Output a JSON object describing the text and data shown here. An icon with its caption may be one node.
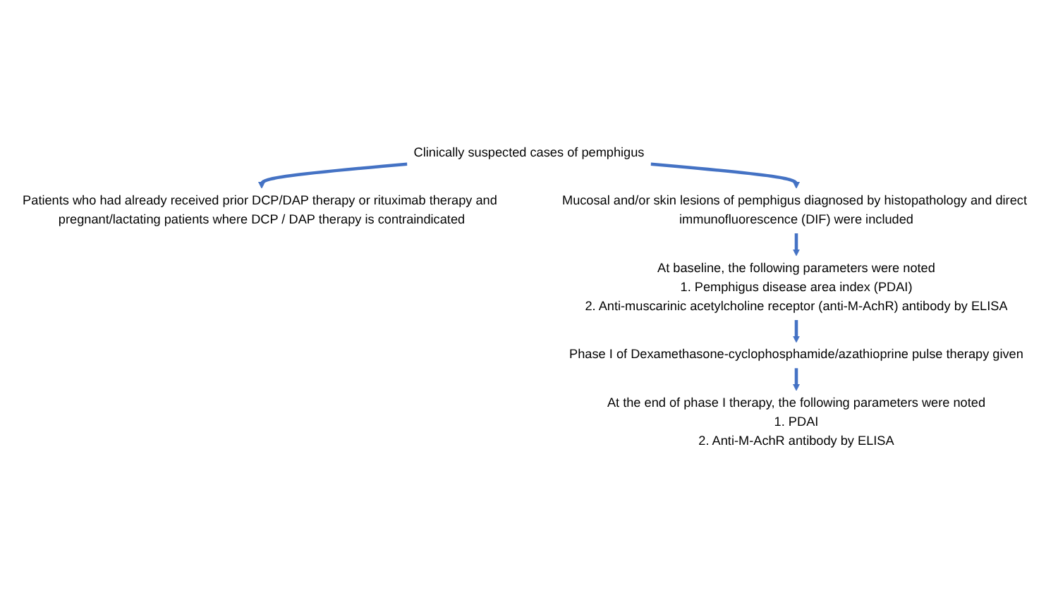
{
  "diagram": {
    "nodes": [
      {
        "text": [
          "Clinically suspected cases of pemphigus"
        ]
      },
      {
        "text": [
          "Patients who had already received prior DCP/DAP therapy or rituximab therapy and pregnant/lactating patients where DCP / DAP therapy is contraindicated"
        ]
      },
      {
        "text": [
          "Mucosal and/or skin lesions of pemphigus diagnosed by histopathology and direct immunofluorescence (DIF) were included"
        ]
      },
      {
        "text": [
          "At baseline, the following parameters were noted",
          "1. Pemphigus disease area index (PDAI)",
          "2. Anti-muscarinic acetylcholine receptor (anti-M-AchR) antibody by ELISA"
        ]
      },
      {
        "text": [
          "Phase I of Dexamethasone-cyclophosphamide/azathioprine pulse therapy given"
        ]
      },
      {
        "text": [
          "At the end of phase I therapy, the following parameters were noted",
          "1. PDAI",
          "2. Anti-M-AchR antibody by ELISA"
        ]
      }
    ],
    "edges": [
      {
        "from": 0,
        "to": 1,
        "arrow": "to"
      },
      {
        "from": 0,
        "to": 2,
        "arrow": "to"
      },
      {
        "from": 2,
        "to": 3,
        "arrow": "to"
      },
      {
        "from": 3,
        "to": 4,
        "arrow": "to"
      },
      {
        "from": 4,
        "to": 5,
        "arrow": "to"
      }
    ]
  }
}
